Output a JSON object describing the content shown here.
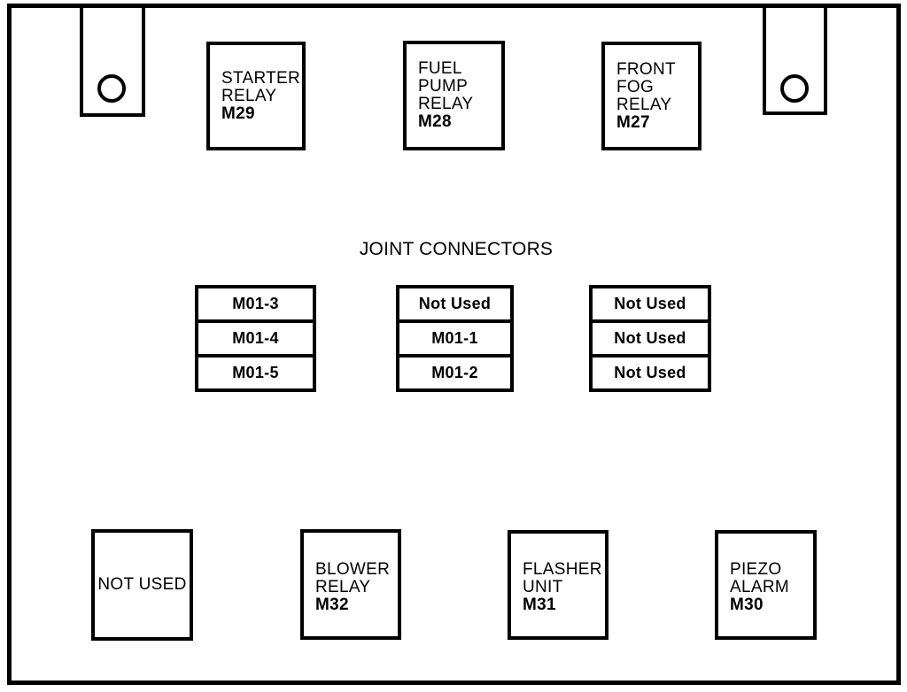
{
  "colors": {
    "line": "#000000",
    "background": "#ffffff"
  },
  "joint_connectors_title": "JOINT CONNECTORS",
  "top_relays": [
    {
      "line1": "STARTER",
      "line2": "RELAY",
      "code": "M29"
    },
    {
      "line1": "FUEL",
      "line2": "PUMP",
      "line3": "RELAY",
      "code": "M28"
    },
    {
      "line1": "FRONT",
      "line2": "FOG",
      "line3": "RELAY",
      "code": "M27"
    }
  ],
  "connector_columns": [
    {
      "cells": [
        "M01-3",
        "M01-4",
        "M01-5"
      ]
    },
    {
      "cells": [
        "Not Used",
        "M01-1",
        "M01-2"
      ]
    },
    {
      "cells": [
        "Not Used",
        "Not Used",
        "Not Used"
      ]
    }
  ],
  "bottom_row": [
    {
      "label": "NOT USED"
    },
    {
      "line1": "BLOWER",
      "line2": "RELAY",
      "code": "M32"
    },
    {
      "line1": "FLASHER",
      "line2": "UNIT",
      "code": "M31"
    },
    {
      "line1": "PIEZO",
      "line2": "ALARM",
      "code": "M30"
    }
  ]
}
